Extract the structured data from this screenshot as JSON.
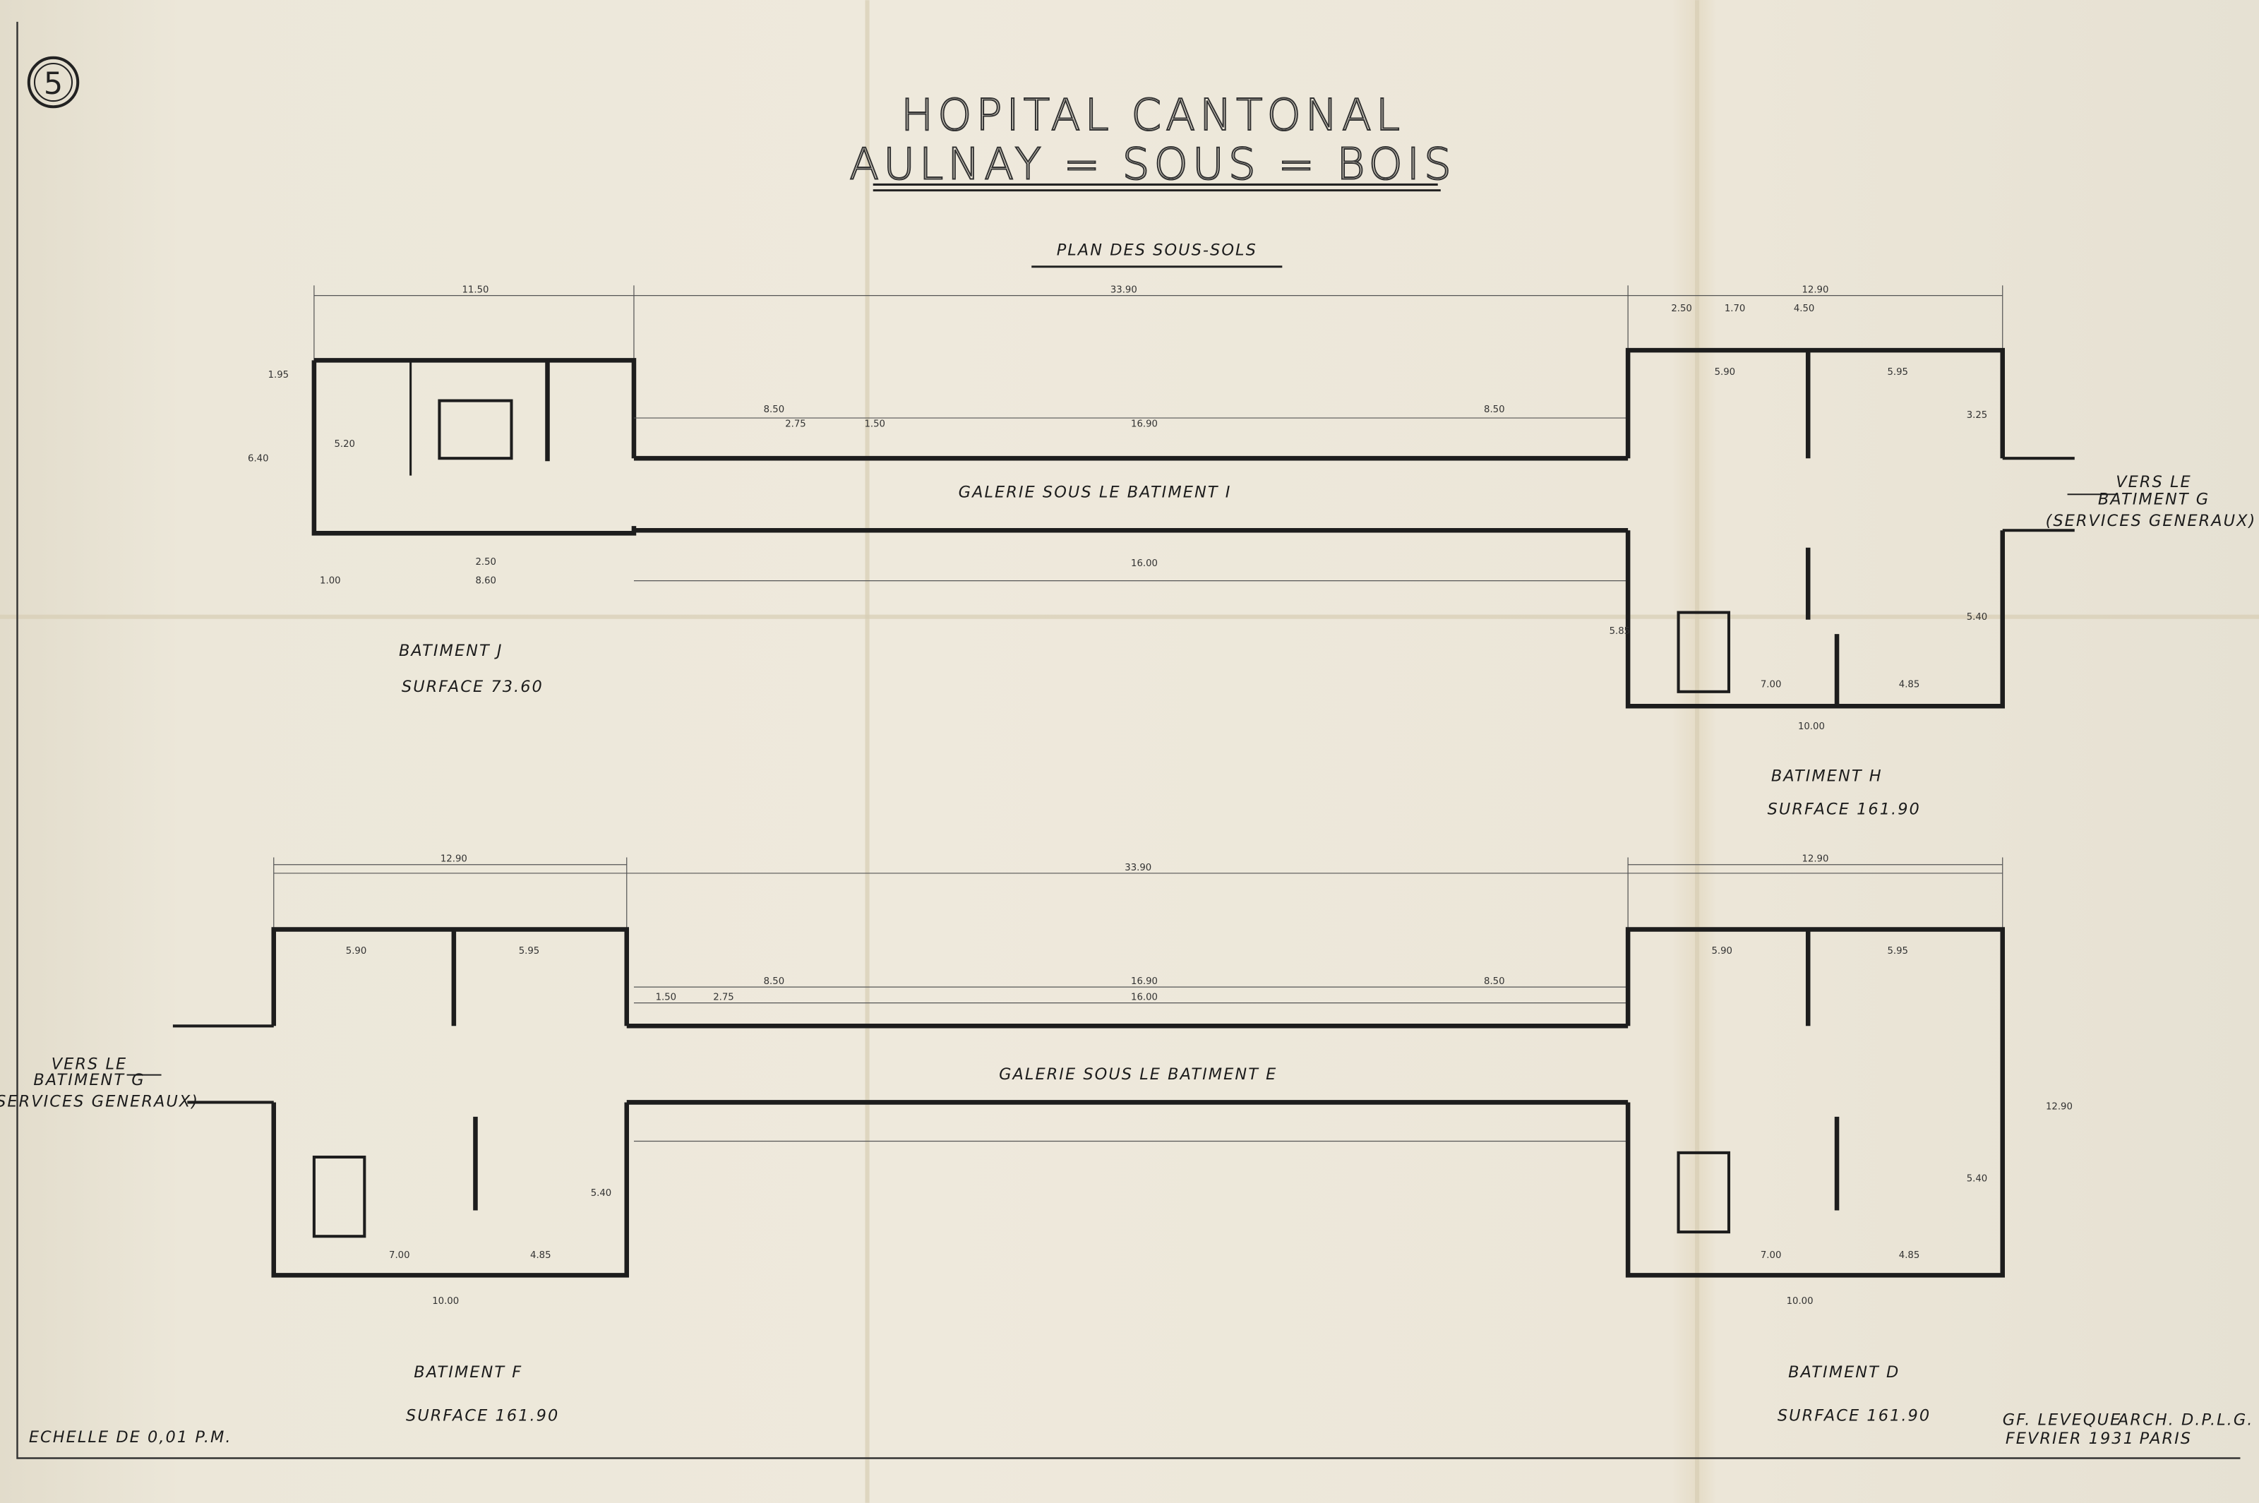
{
  "sheet_number": "5",
  "title": {
    "line1": "HOPITAL   CANTONAL",
    "line2": "AULNAY = SOUS = BOIS"
  },
  "subtitle": "PLAN DES SOUS-SOLS",
  "top_plan": {
    "overall_dimension": "33.90",
    "left_dimension": "11.50",
    "right_dimension": "12.90",
    "gallery_label": "GALERIE SOUS LE BATIMENT I",
    "gallery_dims": [
      "8.50",
      "16.90",
      "8.50",
      "16.00",
      "2.75",
      "1.50"
    ],
    "building_j": {
      "name": "BATIMENT J",
      "surface": "SURFACE 73.60",
      "dims": [
        "6.40",
        "5.20",
        "1.95",
        "8.60",
        "2.50",
        "1.00"
      ]
    },
    "building_h": {
      "name": "BATIMENT H",
      "surface": "SURFACE 161.90",
      "dims": [
        "2.50",
        "1.70",
        "4.50",
        "5.90",
        "5.95",
        "3.25",
        "5.40",
        "4.85",
        "7.00",
        "10.00",
        "5.85"
      ]
    },
    "annotation": {
      "line1": "VERS LE",
      "line2": "BATIMENT G",
      "line3": "(SERVICES GENERAUX)"
    }
  },
  "bottom_plan": {
    "overall_dimension": "33.90",
    "left_dimension": "12.90",
    "right_dimension": "12.90",
    "gallery_label": "GALERIE SOUS LE BATIMENT E",
    "gallery_dims": [
      "8.50",
      "16.90",
      "8.50",
      "16.00",
      "2.75",
      "1.50"
    ],
    "building_f": {
      "name": "BATIMENT F",
      "surface": "SURFACE 161.90",
      "dims": [
        "5.90",
        "5.95",
        "7.00",
        "4.85",
        "10.00",
        "5.40"
      ]
    },
    "building_d": {
      "name": "BATIMENT D",
      "surface": "SURFACE 161.90",
      "dims": [
        "5.90",
        "5.95",
        "7.00",
        "4.85",
        "10.00",
        "5.40",
        "12.90"
      ]
    },
    "annotation": {
      "line1": "VERS LE",
      "line2": "BATIMENT G",
      "line3": "(SERVICES GENERAUX)"
    }
  },
  "scale": "ECHELLE DE 0,01 P.M.",
  "signature": {
    "architect": "GF. LEVEQUE",
    "title": "ARCH. D.P.L.G.",
    "date": "FEVRIER 1931",
    "city": "PARIS"
  }
}
